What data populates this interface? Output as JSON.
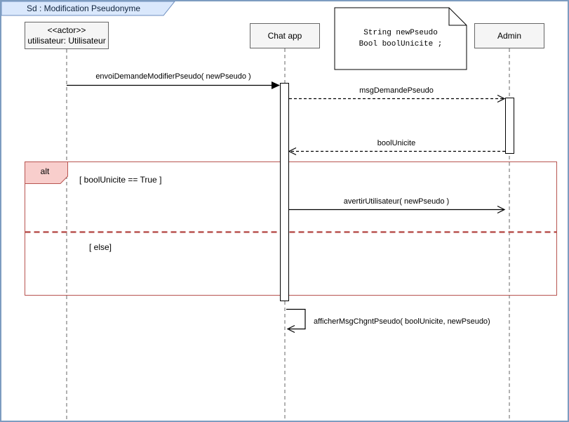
{
  "diagram": {
    "title": "Sd : Modification Pseudonyme",
    "lifelines": [
      {
        "stereotype": "<<actor>>",
        "name": "utilisateur: Utilisateur"
      },
      {
        "name": "Chat app"
      },
      {
        "name": "Admin"
      }
    ],
    "note": {
      "line1": "String newPseudo",
      "line2": "Bool boolUnicite ;"
    },
    "messages": {
      "m1": "envoiDemandeModifierPseudo( newPseudo )",
      "m2": "msgDemandePseudo",
      "m3": "boolUnicite",
      "m4": "avertirUtilisateur( newPseudo )",
      "m5": "afficherMsgChgntPseudo( boolUnicite, newPseudo)"
    },
    "alt": {
      "operator": "alt",
      "guard_true": "[ boolUnicite == True ]",
      "guard_else": "[ else]"
    },
    "colors": {
      "tab_fill": "#dae8fc",
      "tab_border": "#6c8ebf",
      "frame_border": "#7d9cc0",
      "box_fill": "#f5f5f5",
      "box_border": "#666666",
      "alt_border": "#b85450",
      "alt_label_fill": "#f8cecc",
      "lifeline": "#666666",
      "message_line": "#000000"
    }
  }
}
